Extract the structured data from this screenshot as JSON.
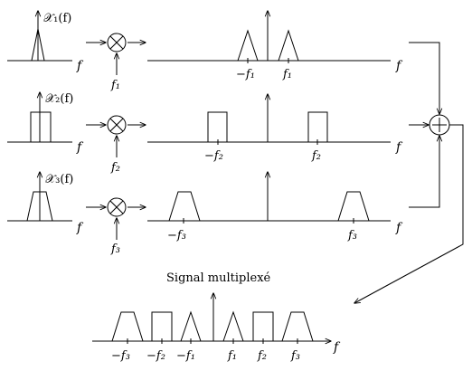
{
  "channels": [
    {
      "spectrum_label": "𝒳₁(f)",
      "axis_label": "f",
      "carrier_label": "f₁",
      "spectrum_shape": "triangle",
      "shifted": {
        "axis_label": "f",
        "neg_label": "−f₁",
        "pos_label": "f₁"
      }
    },
    {
      "spectrum_label": "𝒳₂(f)",
      "axis_label": "f",
      "carrier_label": "f₂",
      "spectrum_shape": "rectangle",
      "shifted": {
        "axis_label": "f",
        "neg_label": "−f₂",
        "pos_label": "f₂"
      }
    },
    {
      "spectrum_label": "𝒳₃(f)",
      "axis_label": "f",
      "carrier_label": "f₃",
      "spectrum_shape": "trapezoid",
      "shifted": {
        "axis_label": "f",
        "neg_label": "−f₃",
        "pos_label": "f₃"
      }
    }
  ],
  "mixer_symbol": "⊗",
  "adder_symbol": "⊕",
  "result": {
    "title": "Signal multiplexé",
    "axis_label": "f",
    "tick_labels": [
      "−f₃",
      "−f₂",
      "−f₁",
      "f₁",
      "f₂",
      "f₃"
    ]
  },
  "colors": {
    "line": "#000000",
    "background": "#ffffff"
  }
}
